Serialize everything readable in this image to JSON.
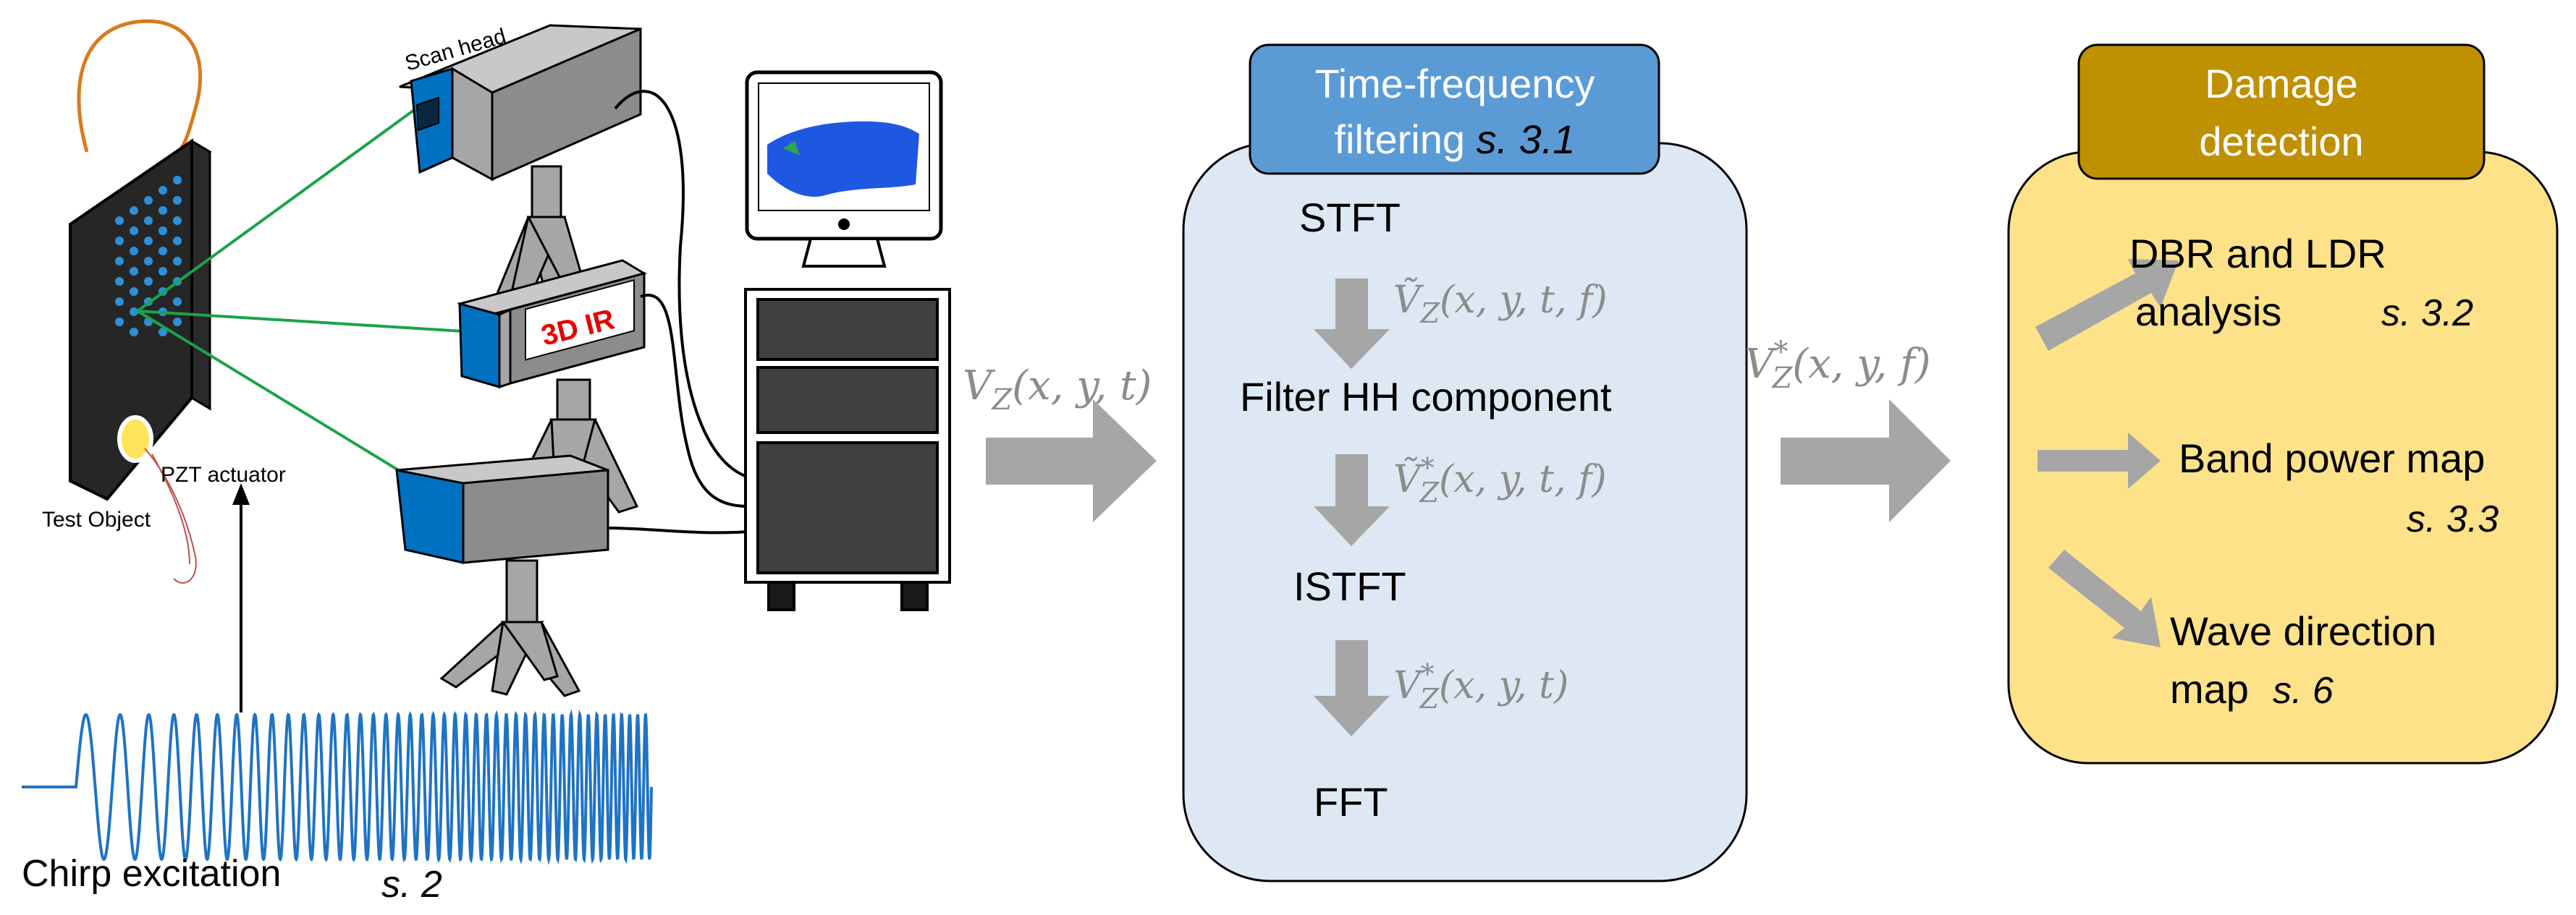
{
  "setup": {
    "scan_head_label": "Scan head",
    "ir_label": "3D IR",
    "pzt_label": "PZT actuator",
    "test_object_label": "Test Object",
    "chirp_label": "Chirp excitation",
    "chirp_section": "s. 2"
  },
  "input_signal": {
    "v": "V",
    "sub": "Z",
    "args": "(x, y, t)"
  },
  "time_frequency": {
    "header_line1": "Time-frequency",
    "header_line2": "filtering",
    "section": "s. 3.1",
    "steps": [
      "STFT",
      "Filter HH component",
      "ISTFT",
      "FFT"
    ],
    "arrow_labels": [
      {
        "v": "Ṽ",
        "sub": "Z",
        "sup": "",
        "args": "(x, y, t, f)"
      },
      {
        "v": "Ṽ",
        "sub": "Z",
        "sup": "*",
        "args": "(x, y, t, f)"
      },
      {
        "v": "V",
        "sub": "Z",
        "sup": "*",
        "args": "(x, y, t)"
      }
    ]
  },
  "output_signal": {
    "v": "V",
    "sub": "Z",
    "sup": "*",
    "args": "(x, y, f)"
  },
  "damage": {
    "header_line1": "Damage",
    "header_line2": "detection",
    "items": [
      {
        "line1": "DBR and LDR",
        "line2": "analysis",
        "section": "s. 3.2"
      },
      {
        "line1": "Band power map",
        "line2": "",
        "section": "s. 3.3"
      },
      {
        "line1": "Wave direction",
        "line2": "map",
        "section": "s. 6"
      }
    ]
  },
  "colors": {
    "tf_panel": "#dde8f4",
    "tf_header": "#5b9bd5",
    "damage_panel": "#fde28a",
    "damage_header": "#bf9000",
    "arrow_gray": "#a6a6a6",
    "laser_green": "#1aa34a",
    "device_blue": "#0070c0",
    "device_gray": "#a6a6a6",
    "wire": "#d97a1f",
    "chirp": "#1f73c4",
    "label_red": "#e60000",
    "math_gray": "#8c8c8c"
  },
  "icons": [
    "test-object-icon",
    "scan-head-icon",
    "tripod-icon",
    "monitor-icon",
    "computer-cabinet-icon",
    "chirp-signal-icon"
  ]
}
